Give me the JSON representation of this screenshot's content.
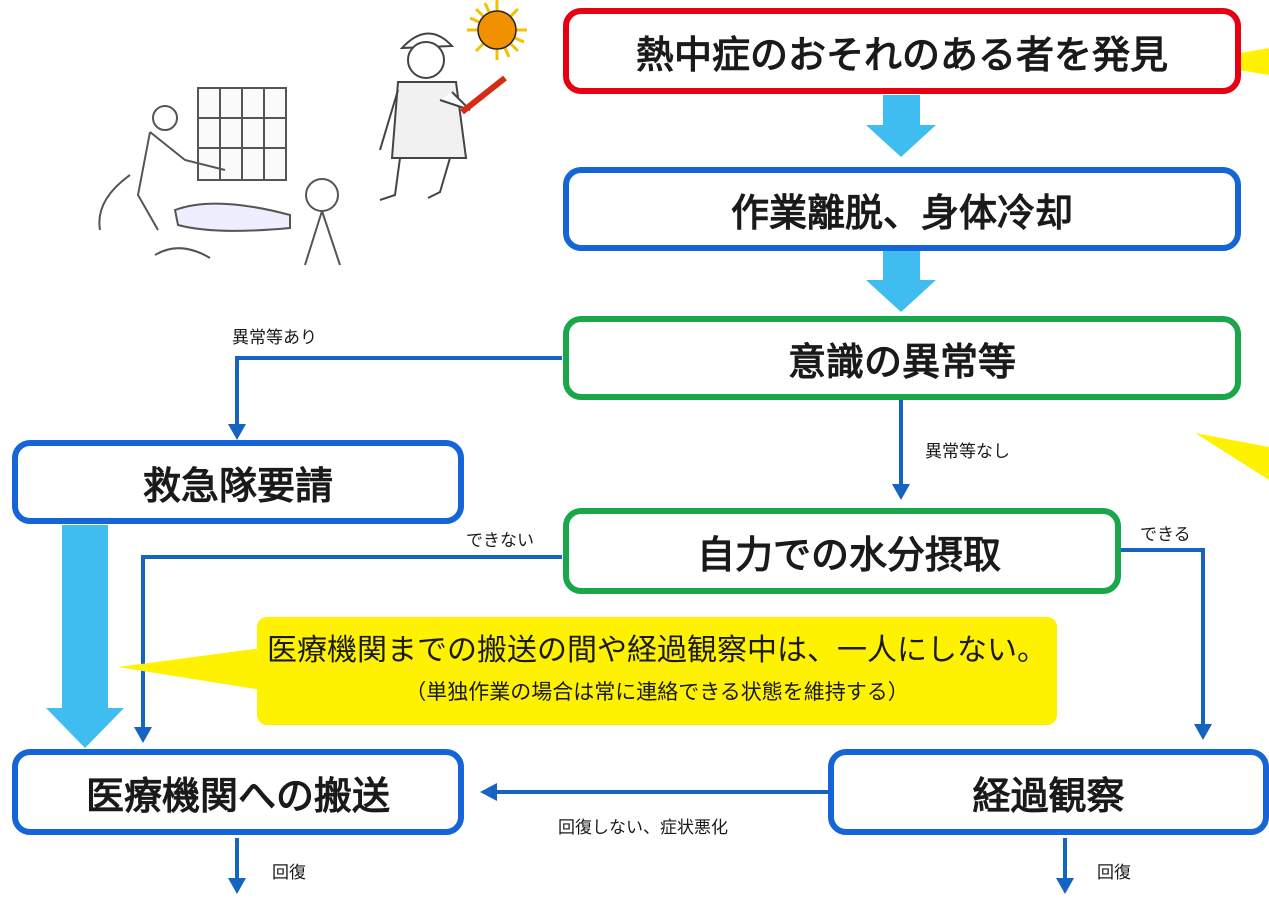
{
  "nodes": {
    "discover": "熱中症のおそれのある者を発見",
    "withdraw_cool": "作業離脱、身体冷却",
    "consciousness_check": "意識の異常等",
    "call_ambulance": "救急隊要請",
    "self_hydration": "自力での水分摂取",
    "transport_hospital": "医療機関への搬送",
    "observation": "経過観察"
  },
  "edges": {
    "abnormal_yes": "異常等あり",
    "abnormal_no": "異常等なし",
    "cannot": "できない",
    "can": "できる",
    "not_recovered": "回復しない、症状悪化",
    "recovered_left": "回復",
    "recovered_right": "回復"
  },
  "callout": {
    "main": "医療機関までの搬送の間や経過観察中は、一人にしない。",
    "sub": "（単独作業の場合は常に連絡できる状態を維持する）"
  },
  "colors": {
    "red_border": "#e60012",
    "blue_border": "#1565d8",
    "green_border": "#1aa64b",
    "arrow_dark": "#1565c0",
    "arrow_light": "#3fbdf0",
    "callout": "#fff200"
  },
  "icons": [
    "worker-hydration-illustration",
    "dizzy-worker-illustration",
    "sun-icon",
    "water-bottle-icon"
  ]
}
